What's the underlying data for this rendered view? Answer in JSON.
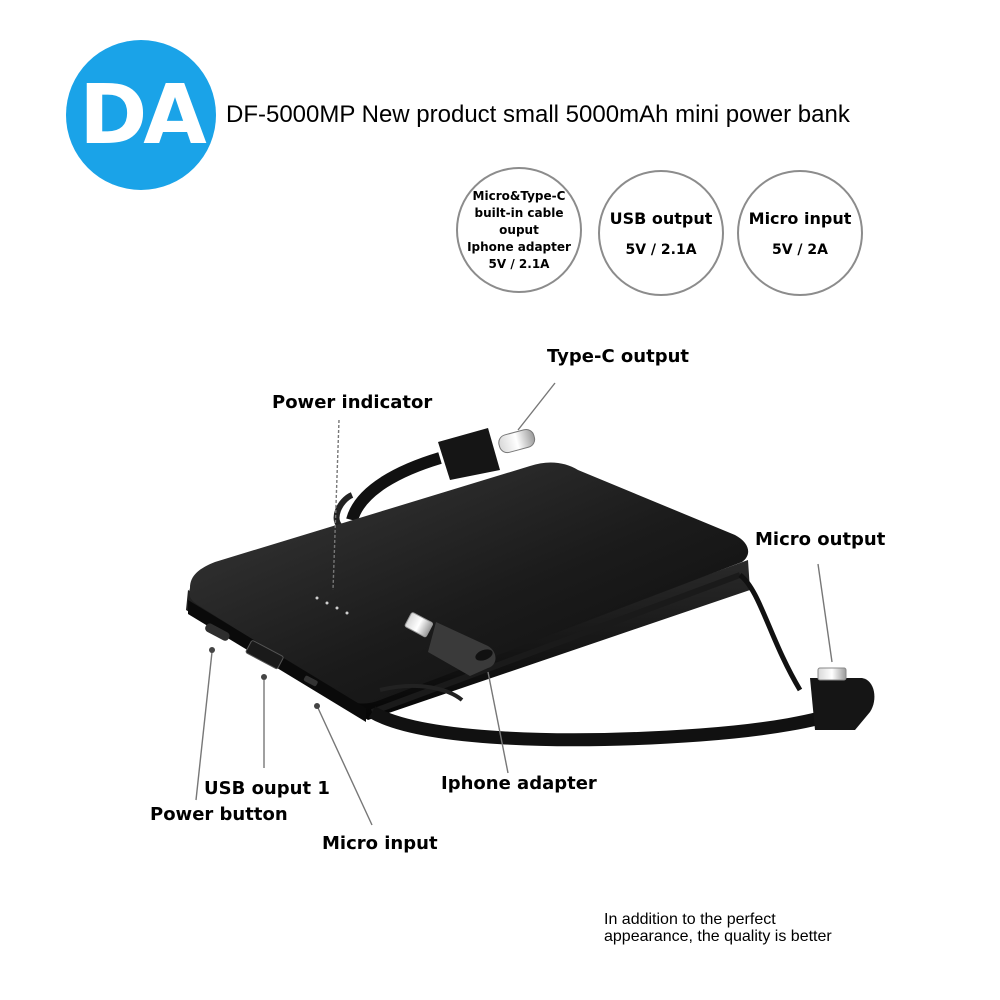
{
  "logo": {
    "text": "DA",
    "color": "#1aa3e8"
  },
  "headline": "DF-5000MP New product small 5000mAh mini power bank",
  "specs": [
    {
      "lines": [
        "Micro&Type-C",
        "built-in cable",
        "ouput",
        "Iphone adapter",
        "5V / 2.1A"
      ]
    },
    {
      "title": "USB output",
      "value": "5V / 2.1A"
    },
    {
      "title": "Micro input",
      "value": "5V / 2A"
    }
  ],
  "callouts": {
    "type_c_output": "Type-C output",
    "power_indicator": "Power indicator",
    "micro_output": "Micro output",
    "iphone_adapter": "Iphone adapter",
    "usb_output_1": "USB ouput 1",
    "power_button": "Power button",
    "micro_input": "Micro input"
  },
  "note": [
    "In addition to the perfect",
    "appearance, the quality is better"
  ]
}
